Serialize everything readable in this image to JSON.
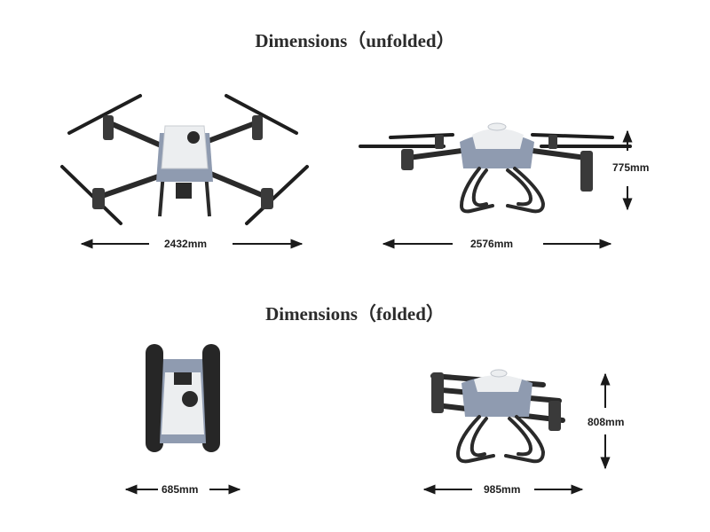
{
  "headings": {
    "unfolded": "Dimensions（unfolded）",
    "folded": "Dimensions（folded）"
  },
  "dimensions": {
    "unfolded_top_width": "2432mm",
    "unfolded_side_width": "2576mm",
    "unfolded_side_height": "775mm",
    "folded_top_width": "685mm",
    "folded_side_width": "985mm",
    "folded_side_height": "808mm"
  },
  "colors": {
    "frame": "#2a2a2a",
    "body_white": "#eceef0",
    "body_blue": "#8f9bb0",
    "arrow": "#1a1a1a"
  }
}
